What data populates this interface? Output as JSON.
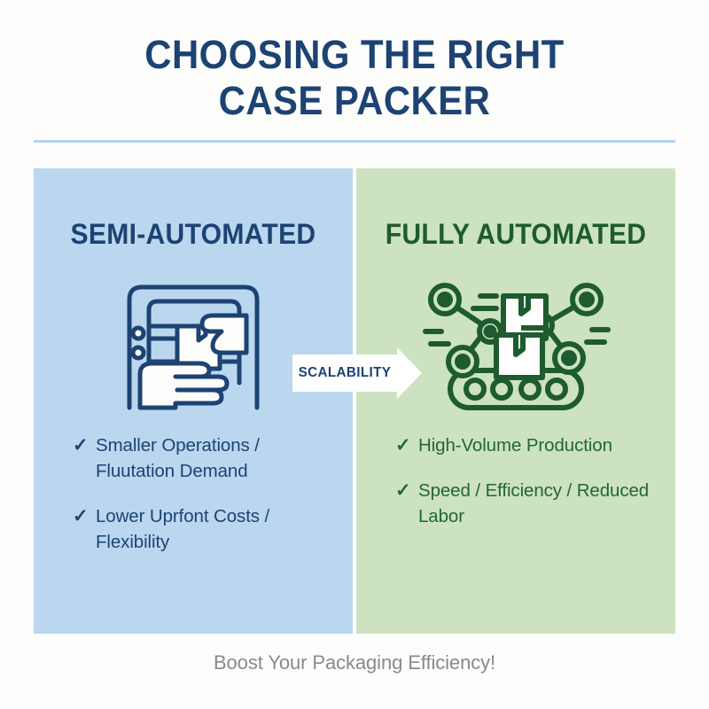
{
  "title": {
    "line1": "CHOOSING THE RIGHT",
    "line2": "CASE PACKER"
  },
  "colors": {
    "navy": "#1C4372",
    "dark_green": "#1E5B2E",
    "panel_blue": "#BBD7F0",
    "panel_green": "#CCE2C0",
    "divider": "#B6D4EE",
    "footer_gray": "#8A8A8A"
  },
  "columns": {
    "left": {
      "heading": "SEMI-AUTOMATED",
      "icon": "manual-hands-packing-icon",
      "bullets": [
        {
          "check": "✓",
          "text": "Smaller Operations / Fluutation Demand"
        },
        {
          "check": "✓",
          "text": "Lower Uprfont Costs / Flexibility"
        }
      ]
    },
    "right": {
      "heading": "FULLY AUTOMATED",
      "icon": "robotic-arms-conveyor-icon",
      "bullets": [
        {
          "check": "✓",
          "text": "High-Volume Production"
        },
        {
          "check": "✓",
          "text": "Speed / Efficiency / Reduced Labor"
        }
      ]
    }
  },
  "arrow": {
    "label": "SCALABILITY"
  },
  "footer": {
    "text": "Boost Your Packaging Efficiency!"
  }
}
